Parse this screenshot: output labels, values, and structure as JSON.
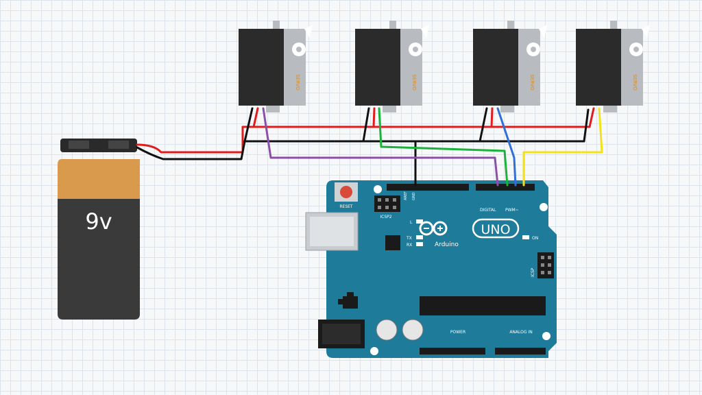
{
  "battery": {
    "label": "9v",
    "colors": {
      "top": "#d99a4e",
      "bottom": "#3a3a3a"
    }
  },
  "servos": [
    {
      "label": "SERVO"
    },
    {
      "label": "SERVO"
    },
    {
      "label": "SERVO"
    },
    {
      "label": "SERVO"
    }
  ],
  "arduino": {
    "brand": "Arduino",
    "model": "UNO",
    "reset": "RESET",
    "icsp2": "ICSP2",
    "icsp": "ICSP",
    "led_l": "L",
    "led_tx": "TX",
    "led_rx": "RX",
    "on": "ON",
    "digital": "DIGITAL",
    "pwm": "PWM~",
    "aref": "AREF",
    "gnd": "GND",
    "power": "POWER",
    "analog_in": "ANALOG IN",
    "board_color": "#1f7b9a"
  },
  "wires": {
    "red": "#e11c1c",
    "black": "#111111",
    "green": "#19b23a",
    "blue": "#2f6fd6",
    "yellow": "#f2e21a",
    "purple": "#8c4fa8"
  }
}
